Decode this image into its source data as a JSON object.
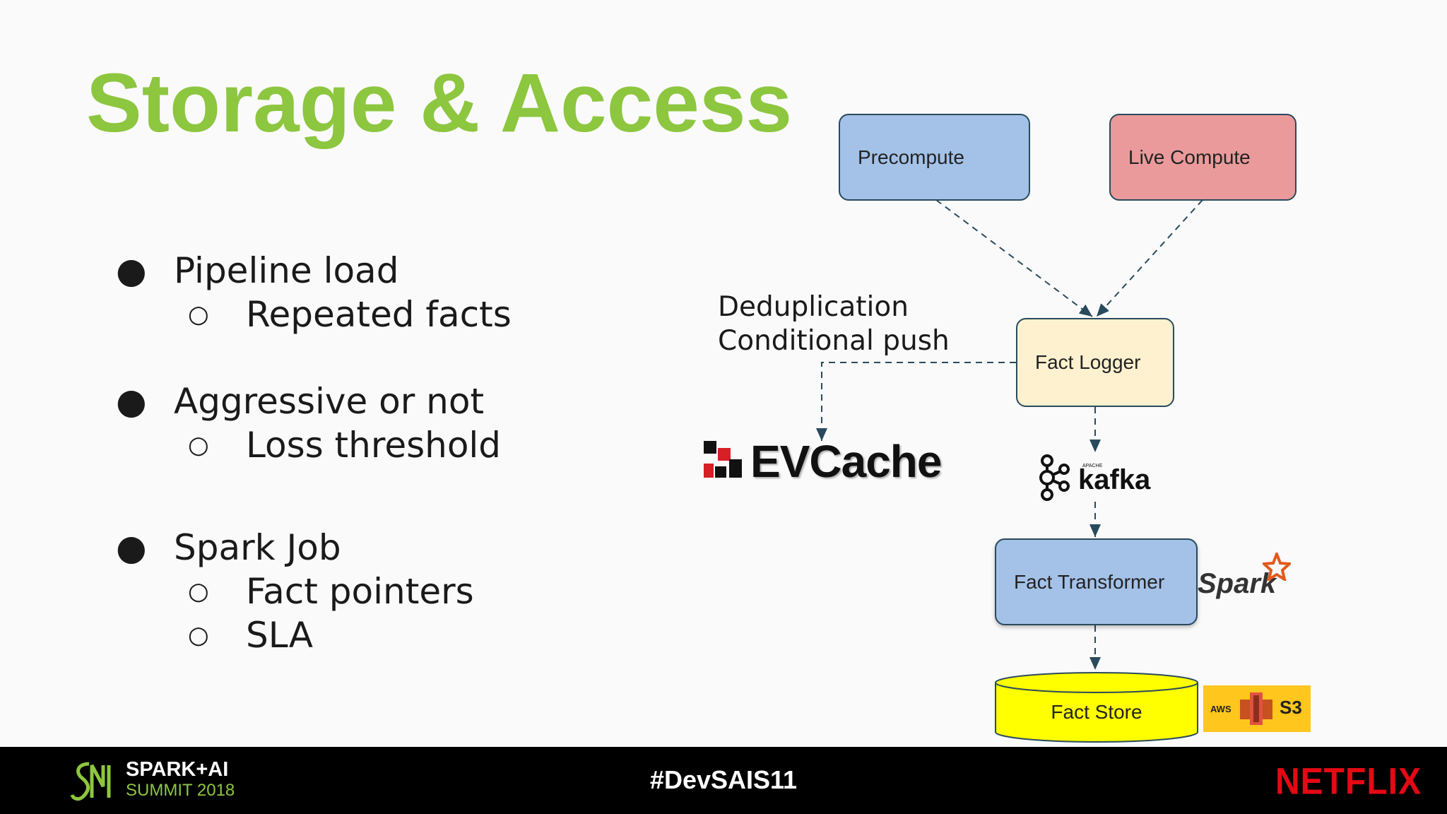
{
  "title": "Storage & Access",
  "bullets": [
    {
      "text": "Pipeline load",
      "subs": [
        "Repeated facts"
      ]
    },
    {
      "text": "Aggressive or not",
      "subs": [
        "Loss threshold"
      ]
    },
    {
      "text": "Spark Job",
      "subs": [
        "Fact pointers",
        "SLA"
      ]
    }
  ],
  "bullet_marker": "●",
  "sub_marker": "○",
  "diagram": {
    "precompute": "Precompute",
    "live_compute": "Live Compute",
    "fact_logger": "Fact Logger",
    "fact_transformer": "Fact Transformer",
    "fact_store": "Fact Store",
    "note_line1": "Deduplication",
    "note_line2": "Conditional push"
  },
  "logos": {
    "evcache": "EVCache",
    "kafka_small": "APACHE",
    "kafka": "kafka",
    "spark": "Spark",
    "aws": "AWS",
    "s3": "S3"
  },
  "footer": {
    "summit_line1": "SPARK+AI",
    "summit_line2": "SUMMIT 2018",
    "hashtag": "#DevSAIS11",
    "brand": "NETFLIX"
  },
  "colors": {
    "title": "#8dc63f",
    "precompute": "#a4c2e8",
    "live_compute": "#ea9a9a",
    "fact_logger": "#fdf1cf",
    "fact_transformer": "#a4c2e8",
    "fact_store": "#ffff00",
    "netflix": "#e50914",
    "s3_bg": "#ffc61e"
  }
}
